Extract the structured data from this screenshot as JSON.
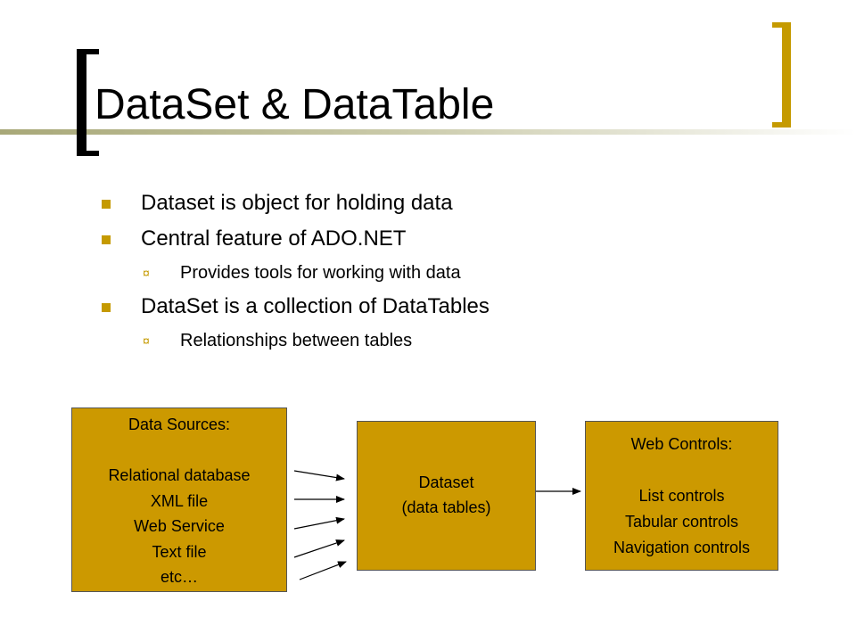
{
  "slide": {
    "title": "DataSet & DataTable",
    "accent_color": "#c59a00",
    "bullets": [
      {
        "text": "Dataset is object for holding data",
        "level": 1
      },
      {
        "text": "Central feature of ADO.NET",
        "level": 1
      },
      {
        "text": "Provides tools for working with data",
        "level": 2
      },
      {
        "text": "DataSet is a collection of DataTables",
        "level": 1
      },
      {
        "text": "Relationships between tables",
        "level": 2
      }
    ],
    "sub_bullet_icon": "ornament-bullet-icon"
  },
  "diagram": {
    "box_color": "#cc9900",
    "sources": {
      "heading": "Data Sources:",
      "items": [
        "Relational database",
        "XML file",
        "Web Service",
        "Text file",
        "etc…"
      ]
    },
    "dataset": {
      "line1": "Dataset",
      "line2": "(data tables)"
    },
    "web_controls": {
      "heading": "Web Controls:",
      "items": [
        "List controls",
        "Tabular controls",
        "Navigation controls"
      ]
    }
  }
}
